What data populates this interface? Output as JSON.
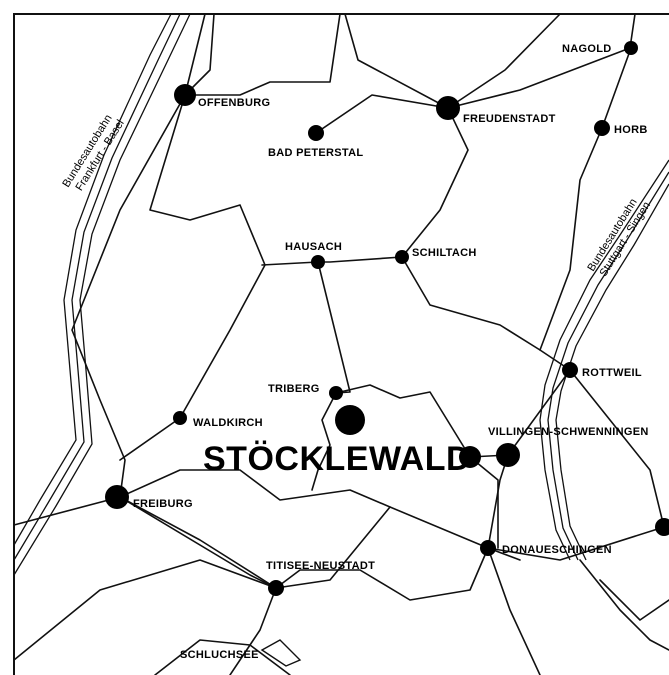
{
  "map": {
    "highlight": "STÖCKLEWALD",
    "towns": {
      "nagold": "NAGOLD",
      "offenburg": "OFFENBURG",
      "freudenstadt": "FREUDENSTADT",
      "horb": "HORB",
      "bad_peterstal": "BAD PETERSTAL",
      "hausach": "HAUSACH",
      "schiltach": "SCHILTACH",
      "rottweil": "ROTTWEIL",
      "triberg": "TRIBERG",
      "waldkirch": "WALDKIRCH",
      "villingen_schwenningen": "VILLINGEN-SCHWENNINGEN",
      "freiburg": "FREIBURG",
      "titisee_neustadt": "TITISEE-NEUSTADT",
      "donaueschingen": "DONAUESCHINGEN",
      "schluchsee": "SCHLUCHSEE"
    },
    "autobahns": {
      "west_line1": "Bundesautobahn",
      "west_line2": "Frankfurt - Basel",
      "east_line1": "Bundesautobahn",
      "east_line2": "Stuttgart - Singen"
    }
  },
  "colors": {
    "ink": "#000000",
    "paper": "#ffffff"
  }
}
